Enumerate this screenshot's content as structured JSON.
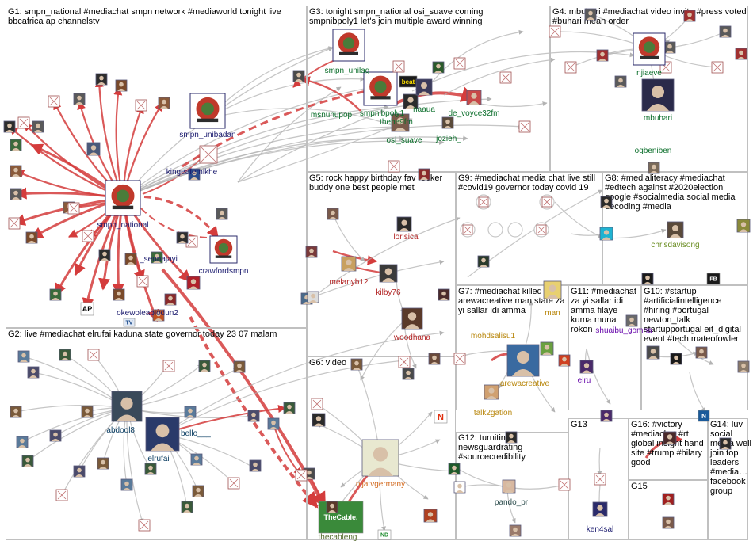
{
  "groups": [
    {
      "id": "G1",
      "text": "G1: smpn_national #mediachat smpn network #mediaworld tonight live bbcafrica ap channelstv"
    },
    {
      "id": "G2",
      "text": "G2: live #mediachat elrufai kaduna state governor today 23 07 malam"
    },
    {
      "id": "G3",
      "text": "G3: tonight smpn_national osi_suave coming smpnibpoly1 let's join multiple award winning"
    },
    {
      "id": "G4",
      "text": "G4: mbuhari #mediachat video invite #press voted #buhari mean order"
    },
    {
      "id": "G5",
      "text": "G5: rock happy birthday fav rocker buddy one best people met"
    },
    {
      "id": "G6",
      "text": "G6: video"
    },
    {
      "id": "G7",
      "text": "G7: #mediachat killed arewacreative man state za yi sallar idi amma"
    },
    {
      "id": "G8",
      "text": "G8: #medialiteracy #mediachat #edtech against #2020election google #socialmedia social media decoding #media"
    },
    {
      "id": "G9",
      "text": "G9: #mediachat media chat live still #covid19 governor today covid 19"
    },
    {
      "id": "G10",
      "text": "G10: #startup #artificialintelligence #hiring #portugal newton_talk startupportugal eit_digital event #tech mateofowler"
    },
    {
      "id": "G11",
      "text": "G11: #mediachat za yi sallar idi amma filaye kuma muna rokon"
    },
    {
      "id": "G12",
      "text": "G12: turnitin newsguardrating #sourcecredibility"
    },
    {
      "id": "G13",
      "text": "G13"
    },
    {
      "id": "G14",
      "text": "G14: luv social media well join top leaders #media… facebook group"
    },
    {
      "id": "G15",
      "text": "G15"
    },
    {
      "id": "G16",
      "text": "G16: #victory #mediachat #rt global insight hand site #trump #hilary good"
    }
  ],
  "labels": [
    {
      "id": "smpn_national",
      "text": "smpn_national",
      "color": "#1a1a6e"
    },
    {
      "id": "smpn_unibadan",
      "text": "smpn_unibadan",
      "color": "#1a1a6e"
    },
    {
      "id": "kingeafemikhe",
      "text": "kingeafemikhe",
      "color": "#1a1a6e"
    },
    {
      "id": "crawfordsmpn",
      "text": "crawfordsmpn",
      "color": "#1a1a6e"
    },
    {
      "id": "seunajayi",
      "text": "_seunajayi",
      "color": "#1a1a6e"
    },
    {
      "id": "okewoleabiodun2",
      "text": "okewoleabiodun2",
      "color": "#1a1a6e"
    },
    {
      "id": "abdool",
      "text": "abdool8",
      "color": "#0a3d62"
    },
    {
      "id": "bello",
      "text": "bello___",
      "color": "#0a3d62"
    },
    {
      "id": "elrufai",
      "text": "elrufai",
      "color": "#0a3d62"
    },
    {
      "id": "smpn_unilag",
      "text": "smpn_unilag",
      "color": "#0a6e2a"
    },
    {
      "id": "msnunupop",
      "text": "msnunupop",
      "color": "#0a6e2a"
    },
    {
      "id": "smpnibpoly1",
      "text": "smpnibpoly1",
      "color": "#0a6e2a"
    },
    {
      "id": "thebeat",
      "text": "thebe9fm",
      "color": "#0a6e2a"
    },
    {
      "id": "naaua",
      "text": "naaua",
      "color": "#0a6e2a"
    },
    {
      "id": "de_voyce32fm",
      "text": "de_voyce32fm",
      "color": "#0a6e2a"
    },
    {
      "id": "osi_suave",
      "text": "osi_suave",
      "color": "#0a6e2a"
    },
    {
      "id": "jozieh",
      "text": "jozieh_",
      "color": "#0a6e2a"
    },
    {
      "id": "njiaeve",
      "text": "njiaeve",
      "color": "#0a6e2a"
    },
    {
      "id": "mbuhari",
      "text": "mbuhari",
      "color": "#0a6e2a"
    },
    {
      "id": "ogbeniben",
      "text": "ogbeniben",
      "color": "#0a6e2a"
    },
    {
      "id": "lorisica",
      "text": "lorisica",
      "color": "#b22222"
    },
    {
      "id": "melanyb12",
      "text": "melanyb12",
      "color": "#b22222"
    },
    {
      "id": "kilby76",
      "text": "kilby76",
      "color": "#b22222"
    },
    {
      "id": "woodhana",
      "text": "woodhana",
      "color": "#b22222"
    },
    {
      "id": "chrisdavisong",
      "text": "chrisdavisong",
      "color": "#6b8e23"
    },
    {
      "id": "mohdsalisu1",
      "text": "mohdsalisu1",
      "color": "#b8860b"
    },
    {
      "id": "arewacreative",
      "text": "arewacreative",
      "color": "#b8860b"
    },
    {
      "id": "talk2gation",
      "text": "talk2gation",
      "color": "#b8860b"
    },
    {
      "id": "man",
      "text": "man",
      "color": "#b8860b"
    },
    {
      "id": "shuaibu_gomna",
      "text": "shuaibu_gomna",
      "color": "#6a0dad"
    },
    {
      "id": "elru",
      "text": "elru",
      "color": "#6a0dad"
    },
    {
      "id": "nijatvgermany",
      "text": "nijatvgermany",
      "color": "#d2691e"
    },
    {
      "id": "thecableng",
      "text": "thecableng",
      "color": "#556b2f"
    },
    {
      "id": "pando_pr",
      "text": "pando_pr",
      "color": "#2f4f4f"
    },
    {
      "id": "ken4sal",
      "text": "ken4sal",
      "color": "#1a1a6e"
    }
  ],
  "logos": {
    "ap": "AP",
    "n": "N",
    "thecable": "TheCable.",
    "fb": "FB",
    "nd": "ND",
    "tv": "TV",
    "beat": "beat"
  },
  "colors": {
    "edge_gray": "#b3b3b3",
    "edge_red": "#d43c3c",
    "panel_border": "#c0c0c0"
  },
  "icons": [
    "smpn-logo-icon",
    "avatar-icon",
    "broken-image-icon",
    "photo-icon",
    "placeholder-circle-icon",
    "news-logo-icon"
  ]
}
